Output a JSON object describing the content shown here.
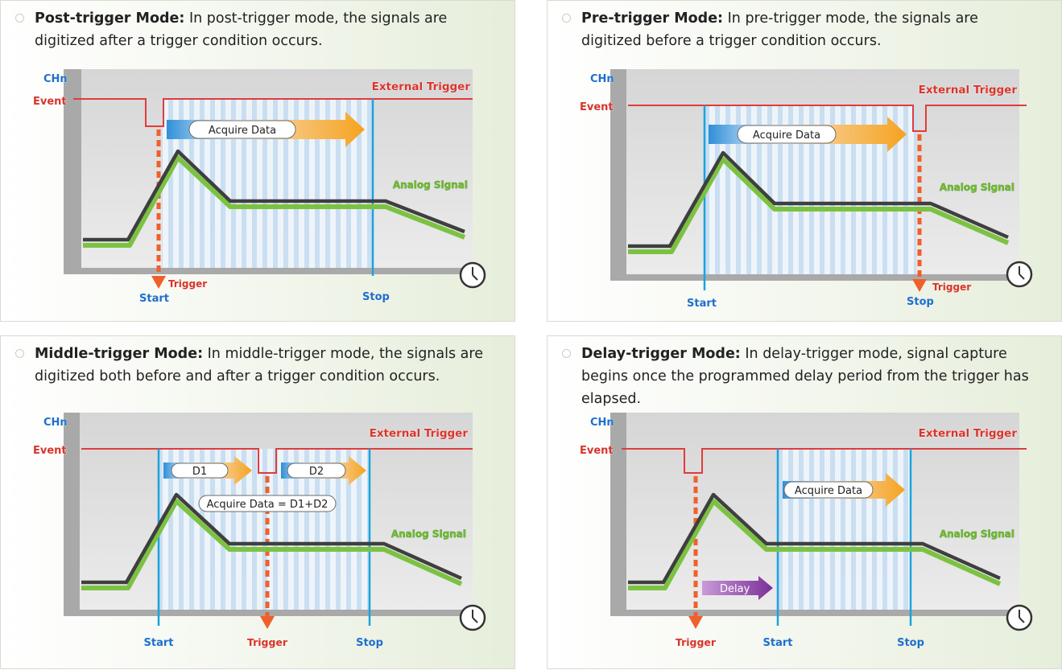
{
  "labels": {
    "chn": "CHn",
    "event": "Event",
    "external_trigger": "External Trigger",
    "analog_signal": "Analog Signal",
    "trigger": "Trigger",
    "start": "Start",
    "stop": "Stop"
  },
  "panels": [
    {
      "title": "Post-trigger Mode:",
      "description": " In post-trigger mode, the signals are digitized after a trigger condition occurs.",
      "acquire": "Acquire Data"
    },
    {
      "title": "Pre-trigger Mode:",
      "description": " In pre-trigger mode, the signals are digitized before a trigger condition occurs.",
      "acquire": "Acquire Data"
    },
    {
      "title": "Middle-trigger Mode:",
      "description": " In middle-trigger mode, the signals are digitized both before and after a trigger condition occurs.",
      "d1": "D1",
      "d2": "D2",
      "acquire": "Acquire Data = D1+D2"
    },
    {
      "title": "Delay-trigger Mode:",
      "description": " In delay-trigger mode, signal capture begins once the programmed delay period from the trigger has elapsed.",
      "acquire": "Acquire Data",
      "delay": "Delay"
    }
  ],
  "colors": {
    "event_line": "#e23b3b",
    "label_red": "#d9342b",
    "label_blue": "#1e6fcf",
    "label_green": "#6fbf2d",
    "marker_blue": "#1aa3de",
    "trigger_orange": "#f0602a",
    "signal_green": "#7cc242",
    "signal_dark": "#3f3f3f",
    "hatch_blue": "#cfe3f4"
  },
  "icons": [
    "clock-icon",
    "bullet-icon",
    "arrow-down-icon",
    "acquire-arrow-icon",
    "delay-arrow-icon"
  ]
}
